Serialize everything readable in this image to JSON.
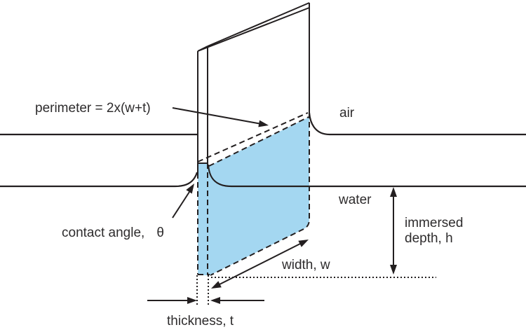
{
  "figure": {
    "description": "Physics diagram of a thin rectangular plate partially immersed in water, showing the wetted (submerged) region shaded blue",
    "labels": {
      "perimeter": "perimeter = 2x(w+t)",
      "air": "air",
      "water": "water",
      "contact_angle": "contact angle,",
      "theta": "θ",
      "width": "width, w",
      "immersed_depth": "immersed\ndepth, h",
      "thickness": "thickness, t"
    },
    "colors": {
      "line": "#231f20",
      "submerged_fill": "#a4d7f1",
      "text": "#2e2c2d",
      "background": "#ffffff"
    }
  }
}
